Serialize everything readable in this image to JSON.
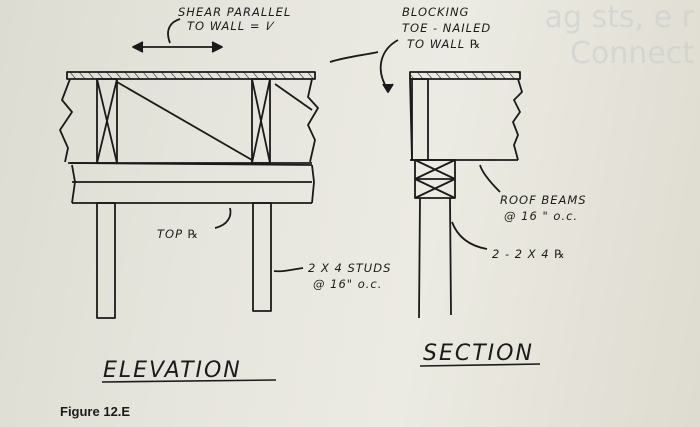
{
  "caption": "Figure 12.E",
  "views": {
    "elevation_title": "ELEVATION",
    "section_title": "SECTION"
  },
  "notes": {
    "shear_line1": "SHEAR  PARALLEL",
    "shear_line2": "TO  WALL = 𝑉",
    "blocking_line1": "BLOCKING",
    "blocking_line2": "TOE - NAILED",
    "blocking_line3": "TO  WALL ℞",
    "top_plate": "TOP ℞",
    "studs_line1": "2 X 4  STUDS",
    "studs_line2": "@ 16\" o.c.",
    "roof_beams_line1": "ROOF  BEAMS",
    "roof_beams_line2": "@ 16 \" o.c.",
    "section_plates": "2 - 2 X 4  ℞"
  },
  "background_bleed": "ag sts, e\nr Connect"
}
